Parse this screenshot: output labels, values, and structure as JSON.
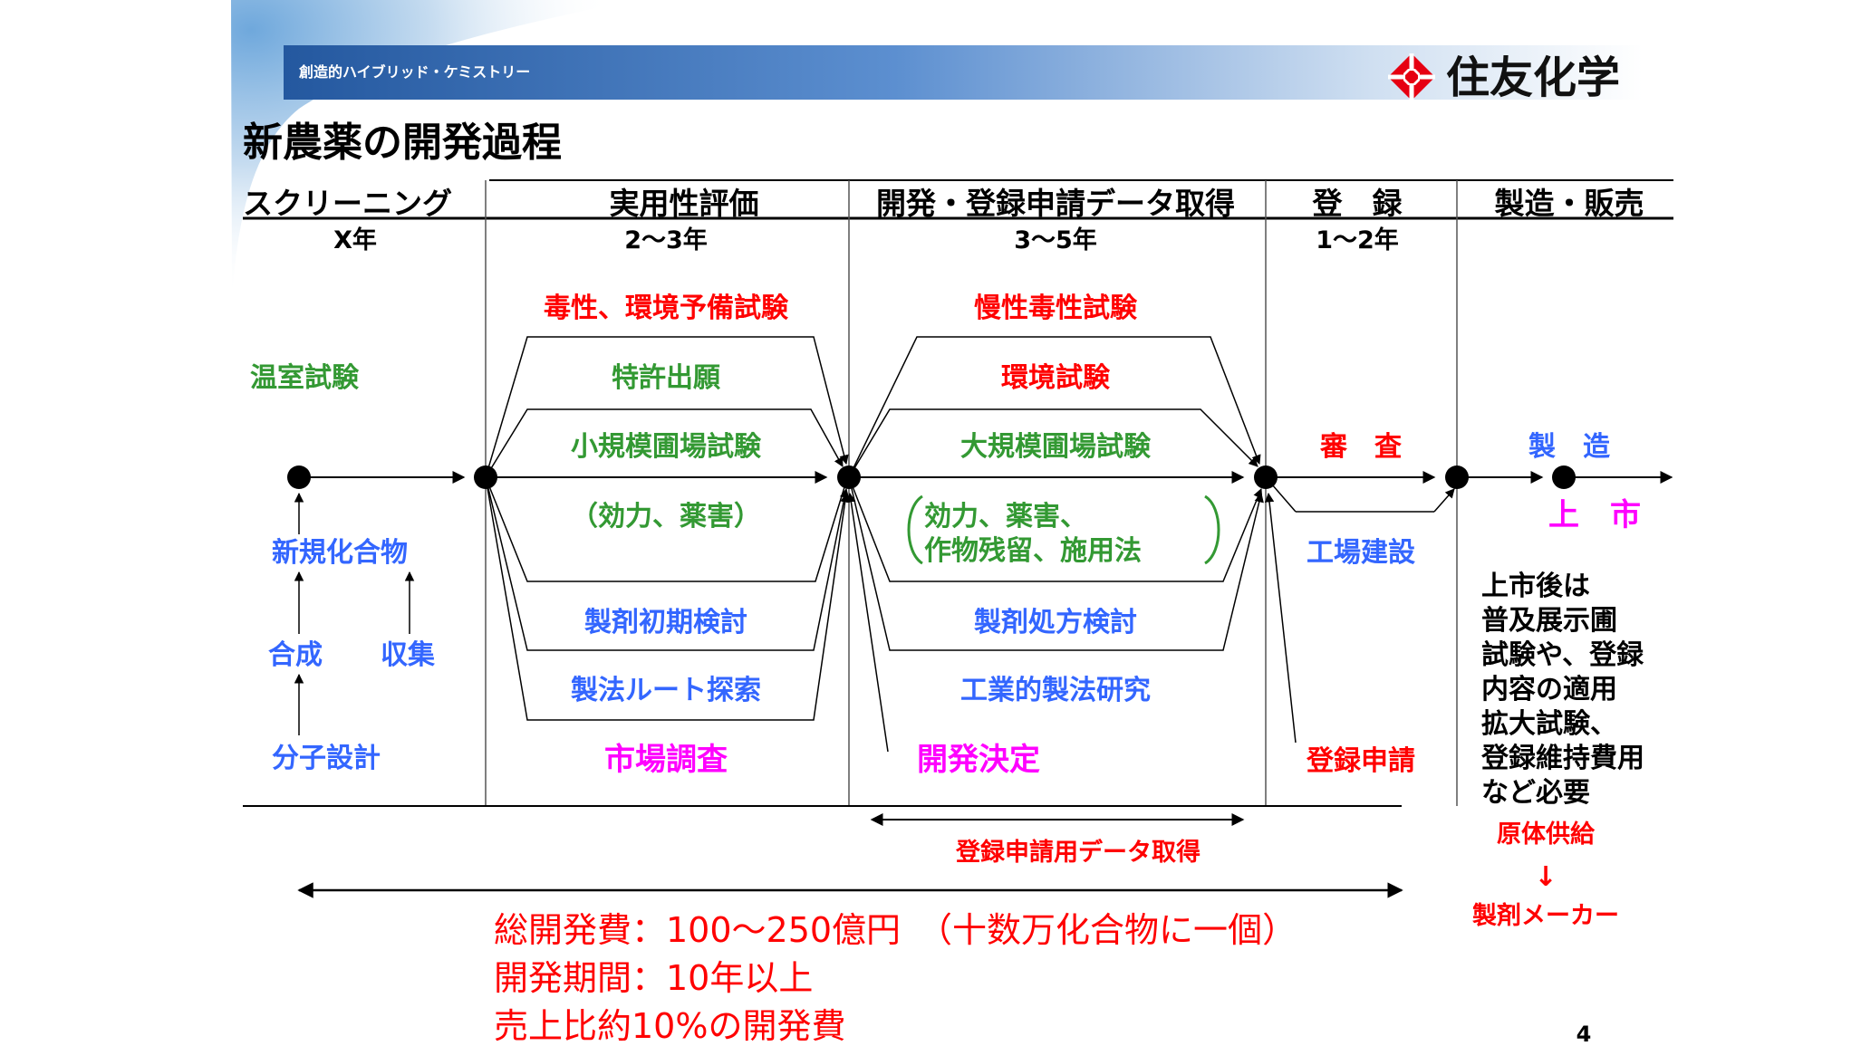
{
  "header": {
    "tagline": "創造的ハイブリッド・ケミストリー",
    "company_name": "住友化学",
    "logo_icon": "sumitomo-igeta-icon"
  },
  "slide": {
    "title": "新農薬の開発過程",
    "page_number": "4"
  },
  "colors": {
    "red": "#ff0000",
    "green": "#339933",
    "blue": "#3366ff",
    "magenta": "#ff00ff",
    "black": "#000000",
    "banner": "#2e62ae"
  },
  "phases": [
    {
      "name": "スクリーニング",
      "duration": "X年"
    },
    {
      "name": "実用性評価",
      "duration": "2～3年"
    },
    {
      "name": "開発・登録申請データ取得",
      "duration": "3～5年"
    },
    {
      "name": "登　録",
      "duration": "1～2年"
    },
    {
      "name": "製造・販売",
      "duration": ""
    }
  ],
  "screening": {
    "greenhouse_test": "温室試験",
    "new_compound": "新規化合物",
    "synthesis": "合成",
    "collection": "収集",
    "molecular_design": "分子設計"
  },
  "evaluation": {
    "tox_env_prelim": "毒性、環境予備試験",
    "patent": "特許出願",
    "small_field": "小規模圃場試験",
    "efficacy_phyto": "（効力、薬害）",
    "formulation_initial": "製剤初期検討",
    "process_route": "製法ルート探索",
    "market_research": "市場調査"
  },
  "development": {
    "chronic_tox": "慢性毒性試験",
    "env_test": "環境試験",
    "large_field": "大規模圃場試験",
    "field_detail_line1": "効力、薬害、",
    "field_detail_line2": "作物残留、施用法",
    "formulation_recipe": "製剤処方検討",
    "industrial_process": "工業的製法研究",
    "dev_decision": "開発決定"
  },
  "registration": {
    "review": "審　査",
    "plant_construction": "工場建設",
    "application": "登録申請"
  },
  "production": {
    "manufacturing": "製　造",
    "launch": "上　市",
    "after_launch": [
      "上市後は",
      "普及展示圃",
      "試験や、登録",
      "内容の適用",
      "拡大試験、",
      "登録維持費用",
      "など必要"
    ],
    "api_supply": "原体供給",
    "arrow": "↓",
    "formulator": "製剤メーカー"
  },
  "bottom": {
    "data_acquisition": "登録申請用データ取得",
    "total_cost": "総開発費：100～250億円　（十数万化合物に一個）",
    "dev_period": "開発期間：10年以上",
    "sales_ratio": "売上比約10%の開発費"
  }
}
